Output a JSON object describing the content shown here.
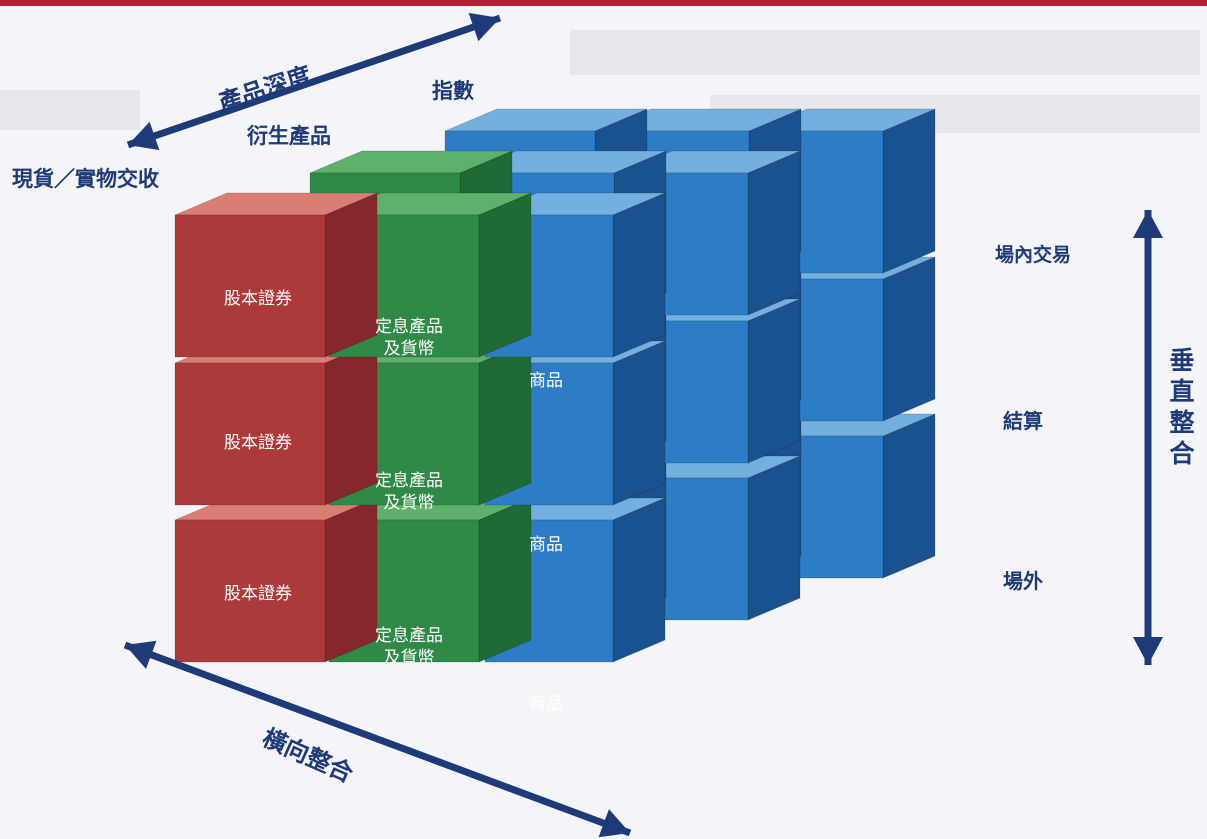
{
  "labels": {
    "depth_axis": "產品深度",
    "depth_index": "指數",
    "depth_derivatives": "衍生產品",
    "depth_spot": "現貨／實物交收",
    "vertical_exchange": "場內交易",
    "vertical_clearing": "結算",
    "vertical_otc": "場外",
    "vertical_axis": "垂直整合",
    "horizontal_axis": "橫向整合"
  },
  "cube_labels": {
    "equity": "股本證券",
    "fixed_income_1": "定息產品",
    "fixed_income_2": "及貨幣",
    "commodities": "商品"
  },
  "colors": {
    "red_top": "#dc7d74",
    "red_front": "#ad3a3a",
    "red_side": "#86272b",
    "green_top": "#5fb06a",
    "green_front": "#2f8a47",
    "green_side": "#1f6a35",
    "blue_top": "#73b0e0",
    "blue_front": "#2c7dc6",
    "blue_side": "#1a5290",
    "arrow": "#1f3a78"
  }
}
